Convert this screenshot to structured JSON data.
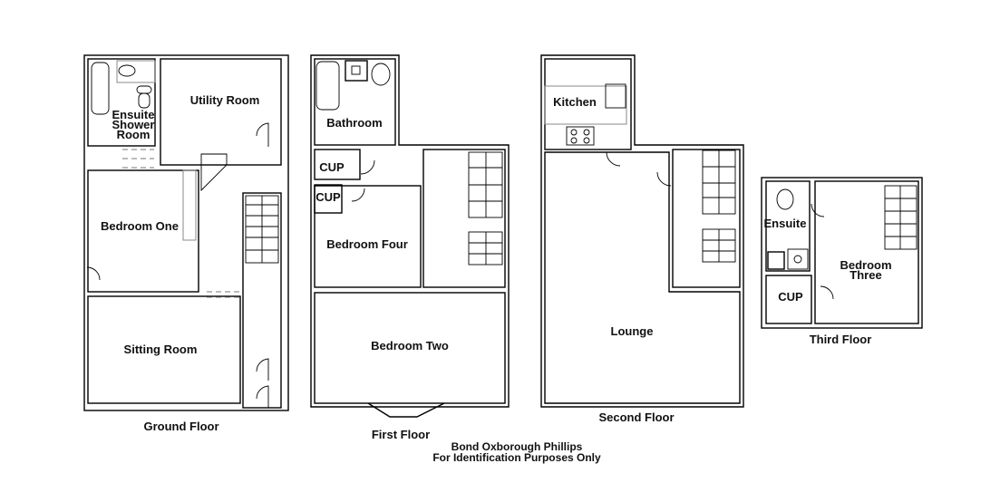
{
  "floors": [
    {
      "name": "Ground Floor",
      "rooms": [
        "Ensuite",
        "Shower",
        "Room",
        "Utility Room",
        "Bedroom One",
        "Sitting Room"
      ]
    },
    {
      "name": "First Floor",
      "rooms": [
        "Bathroom",
        "CUP",
        "CUP",
        "Bedroom Four",
        "Bedroom Two"
      ]
    },
    {
      "name": "Second Floor",
      "rooms": [
        "Kitchen",
        "Lounge"
      ]
    },
    {
      "name": "Third Floor",
      "rooms": [
        "Ensuite",
        "Bedroom",
        "Three",
        "CUP"
      ]
    }
  ],
  "footer": {
    "agent": "Bond Oxborough Phillips",
    "disclaimer": "For Identification Purposes Only"
  }
}
